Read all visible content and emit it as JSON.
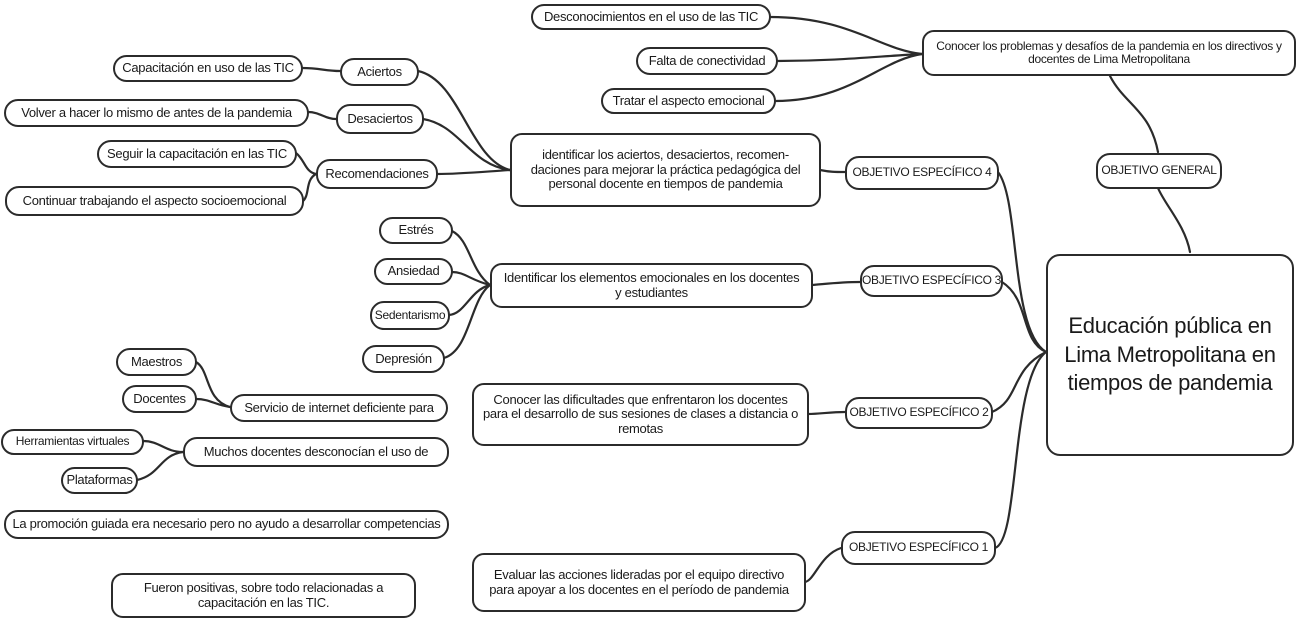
{
  "central": {
    "title": "Educación pública en Lima Metropolitana en tiempos de pandemia"
  },
  "general_objective": {
    "label": "OBJETIVO GENERAL",
    "description": "Conocer los problemas y desafíos de la pandemia en los directivos y docentes de Lima Metropolitana",
    "items": [
      "Desconocimientos en el uso de las TIC",
      "Falta de conectividad",
      "Tratar el aspecto emocional"
    ]
  },
  "objective_4": {
    "label": "OBJETIVO ESPECÍFICO 4",
    "description": "identificar los aciertos, desaciertos, recomen-daciones para mejorar la práctica pedagógica del personal docente en tiempos de pandemia",
    "categories": [
      {
        "name": "Aciertos",
        "items": [
          "Capacitación en uso de las TIC"
        ]
      },
      {
        "name": "Desaciertos",
        "items": [
          "Volver a hacer lo mismo de antes de la pandemia"
        ]
      },
      {
        "name": "Recomendaciones",
        "items": [
          "Seguir la capacitación en las TIC",
          "Continuar trabajando el aspecto socioemocional"
        ]
      }
    ]
  },
  "objective_3": {
    "label": "OBJETIVO ESPECÍFICO 3",
    "description": "Identificar los elementos emocionales en los docentes y estudiantes",
    "items": [
      "Estrés",
      "Ansiedad",
      "Sedentarismo",
      "Depresión"
    ]
  },
  "objective_2": {
    "label": "OBJETIVO ESPECÍFICO 2",
    "description": "Conocer las dificultades que enfrentaron los docentes para el desarrollo de sus sesiones de clases a distancia o remotas",
    "findings": [
      {
        "text": "Servicio de internet deficiente para",
        "items": [
          "Maestros",
          "Docentes"
        ]
      },
      {
        "text": "Muchos docentes desconocían el uso de",
        "items": [
          "Herramientas virtuales",
          "Plataformas"
        ]
      },
      {
        "text": "La promoción guiada era necesario pero no ayudo a desarrollar competencias",
        "items": []
      }
    ]
  },
  "objective_1": {
    "label": "OBJETIVO ESPECÍFICO 1",
    "description": "Evaluar las acciones lideradas por el equipo directivo para apoyar a los docentes en el período de pandemia",
    "finding": "Fueron positivas, sobre todo relacionadas a capacitación en las TIC."
  }
}
